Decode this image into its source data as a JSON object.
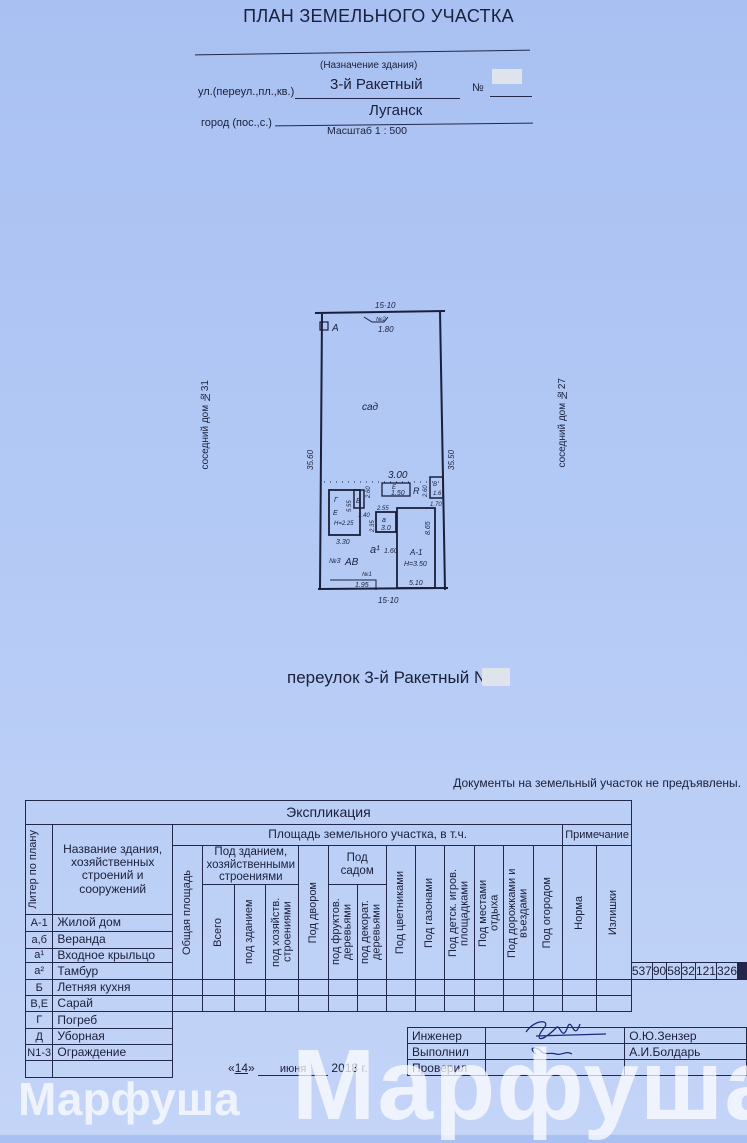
{
  "header": {
    "title": "ПЛАН ЗЕМЕЛЬНОГО УЧАСТКА",
    "purpose_caption": "(Назначение здания)",
    "street_label": "ул.(переул.,пл.,кв.)",
    "street_value": "3-й Ракетный",
    "number_label": "№",
    "city_label": "город (пос.,с.)",
    "city_value": "Луганск",
    "scale": "Масштаб 1 : 500"
  },
  "plan": {
    "neighbor_left": "соседний дом №31",
    "neighbor_right": "соседний дом №27",
    "street_caption": "переулок 3-й Ракетный №",
    "labels": {
      "top_width": "15·10",
      "bottom_width": "15·10",
      "left_len": "35.60",
      "right_len": "35.50",
      "gate2": "№2",
      "gate2_w": "1.80",
      "gate1": "№1",
      "gate1_w": "1.95",
      "letter_a_big": "А",
      "garden": "сад",
      "e_w": "3.00",
      "e_label": "Е",
      "e_h": "1.50",
      "r_label": "R",
      "dim_260a": "2.60",
      "dim_260b": "2.60",
      "b_label": "В",
      "b_size": "1.6",
      "dim_170": "1.70",
      "g_label": "Г",
      "b6_label": "Б",
      "b_h": "Н=2.25",
      "dim_555": "5.55",
      "dim_140": "1.40",
      "dim_255": "2.55",
      "dim_330": "3.30",
      "small_a": "а",
      "small_a_val": "3.0",
      "dim_235": "2.35",
      "dim_865": "8.65",
      "a1_label": "А-1",
      "a1_h": "Н=3.50",
      "dim_510": "5.10",
      "a1_small": "а¹",
      "dim_160": "1.60",
      "n3": "№3",
      "ab": "АВ"
    }
  },
  "note": "Документы на земельный участок не предъявлены.",
  "explication": {
    "title": "Экспликация",
    "area_header": "Площадь земельного участка, в т.ч.",
    "remark_header": "Примечание",
    "col_litera": "Литер по плану",
    "col_name": "Название здания, хозяйственных строений и сооружений",
    "col_total": "Общая площадь",
    "group_building": "Под зданием, хозяйственными строениями",
    "col_all": "Всего",
    "col_under_building": "под зданием",
    "col_under_outbuildings": "под хозяйств. строениями",
    "col_yard": "Под двором",
    "group_garden": "Под садом",
    "col_fruit": "под фруктов. деревьями",
    "col_decor": "под декорат. деревьями",
    "col_flowers": "Под цветниками",
    "col_lawns": "Под газонами",
    "col_playgrounds": "Под детск. игров. площадками",
    "col_rest": "Под местами отдыха",
    "col_paths": "Под дорожками и въездами",
    "col_garden_beds": "Под огородом",
    "col_norm": "Норма",
    "col_excess": "Излишки",
    "rows": [
      {
        "litera": "А-1",
        "name": "Жилой дом"
      },
      {
        "litera": "а,б",
        "name": "Веранда"
      },
      {
        "litera": "а¹",
        "name": "Входное крыльцо"
      },
      {
        "litera": "а²",
        "name": "Тамбур"
      },
      {
        "litera": "Б",
        "name": "Летняя кухня"
      },
      {
        "litera": "В,Е",
        "name": "Сарай"
      },
      {
        "litera": "Г",
        "name": "Погреб"
      },
      {
        "litera": "Д",
        "name": "Уборная"
      },
      {
        "litera": "N1-3",
        "name": "Ограждение"
      },
      {
        "litera": "",
        "name": ""
      }
    ],
    "values": [
      "537",
      "90",
      "58",
      "32",
      "121",
      "326",
      "",
      "",
      "",
      "",
      "",
      "",
      "",
      "",
      ""
    ]
  },
  "date": {
    "day": "14",
    "month": "июня",
    "year": "2018 г."
  },
  "signatures": [
    {
      "role": "Инженер",
      "name": "О.Ю.Зензер"
    },
    {
      "role": "Выполнил",
      "name": "А.И.Болдарь"
    },
    {
      "role": "Проверил",
      "name": ""
    }
  ],
  "watermark": "Марфуша"
}
